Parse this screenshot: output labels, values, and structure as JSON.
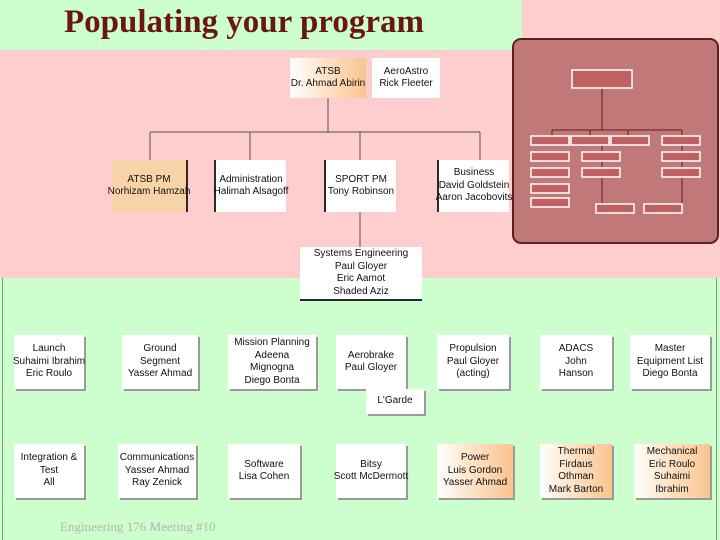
{
  "slide": {
    "title": "Populating your program",
    "footer": "Engineering 176 Meeting #10"
  },
  "org": {
    "leaders": [
      {
        "lines": [
          "ATSB",
          "Dr. Ahmad Abirin"
        ]
      },
      {
        "lines": [
          "AeroAstro",
          "Rick Fleeter"
        ]
      }
    ],
    "managers": [
      {
        "lines": [
          "ATSB PM",
          "Norhizam Hamzah"
        ]
      },
      {
        "lines": [
          "Administration",
          "Halimah Alsagoff"
        ]
      },
      {
        "lines": [
          "SPORT PM",
          "Tony Robinson"
        ]
      },
      {
        "lines": [
          "Business",
          "David Goldstein",
          "Aaron Jacobovits"
        ]
      }
    ],
    "systems_engineering": {
      "lines": [
        "Systems Engineering",
        "Paul Gloyer",
        "Eric Aamot",
        "Shaded Aziz"
      ]
    },
    "row1": [
      {
        "lines": [
          "Launch",
          "Suhaimi Ibrahim",
          "Eric Roulo"
        ]
      },
      {
        "lines": [
          "Ground",
          "Segment",
          "Yasser Ahmad"
        ]
      },
      {
        "lines": [
          "Mission Planning",
          "Adeena",
          "Mignogna",
          "Diego Bonta"
        ]
      },
      {
        "lines": [
          "Aerobrake",
          "Paul Gloyer"
        ]
      },
      {
        "lines": [
          "Propulsion",
          "Paul Gloyer",
          "(acting)"
        ]
      },
      {
        "lines": [
          "ADACS",
          "John",
          "Hanson"
        ]
      },
      {
        "lines": [
          "Master",
          "Equipment List",
          "Diego Bonta"
        ]
      }
    ],
    "lgarde": {
      "lines": [
        "L'Garde"
      ]
    },
    "row2": [
      {
        "lines": [
          "Integration &",
          "Test",
          "All"
        ]
      },
      {
        "lines": [
          "Communications",
          "Yasser Ahmad",
          "Ray Zenick"
        ]
      },
      {
        "lines": [
          "Software",
          "Lisa Cohen"
        ]
      },
      {
        "lines": [
          "Bitsy",
          "Scott McDermott"
        ]
      },
      {
        "lines": [
          "Power",
          "Luis Gordon",
          "Yasser Ahmad"
        ]
      },
      {
        "lines": [
          "Thermal",
          "Firdaus",
          "Othman",
          "Mark Barton"
        ]
      },
      {
        "lines": [
          "Mechanical",
          "Eric Roulo",
          "Suhaimi",
          "Ibrahim"
        ]
      }
    ]
  }
}
